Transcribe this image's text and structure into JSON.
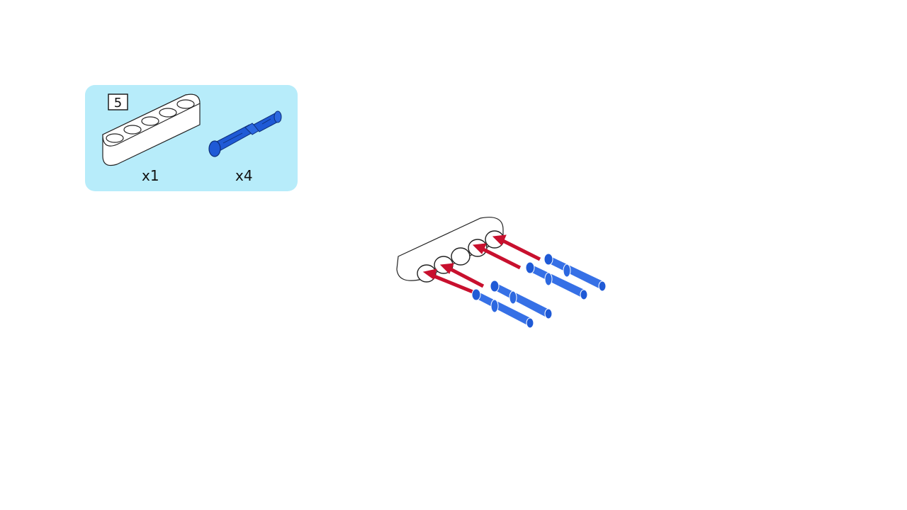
{
  "parts_list": {
    "items": [
      {
        "name": "beam",
        "length_label": "5",
        "quantity": "x1",
        "color": "#ffffff"
      },
      {
        "name": "pin",
        "quantity": "x4",
        "color": "#1f5ad6"
      }
    ],
    "background": "#b7ecfa"
  },
  "assembly": {
    "arrow_color": "#c8102e",
    "pin_color": "#1f5ad6",
    "arrow_count": 4
  }
}
